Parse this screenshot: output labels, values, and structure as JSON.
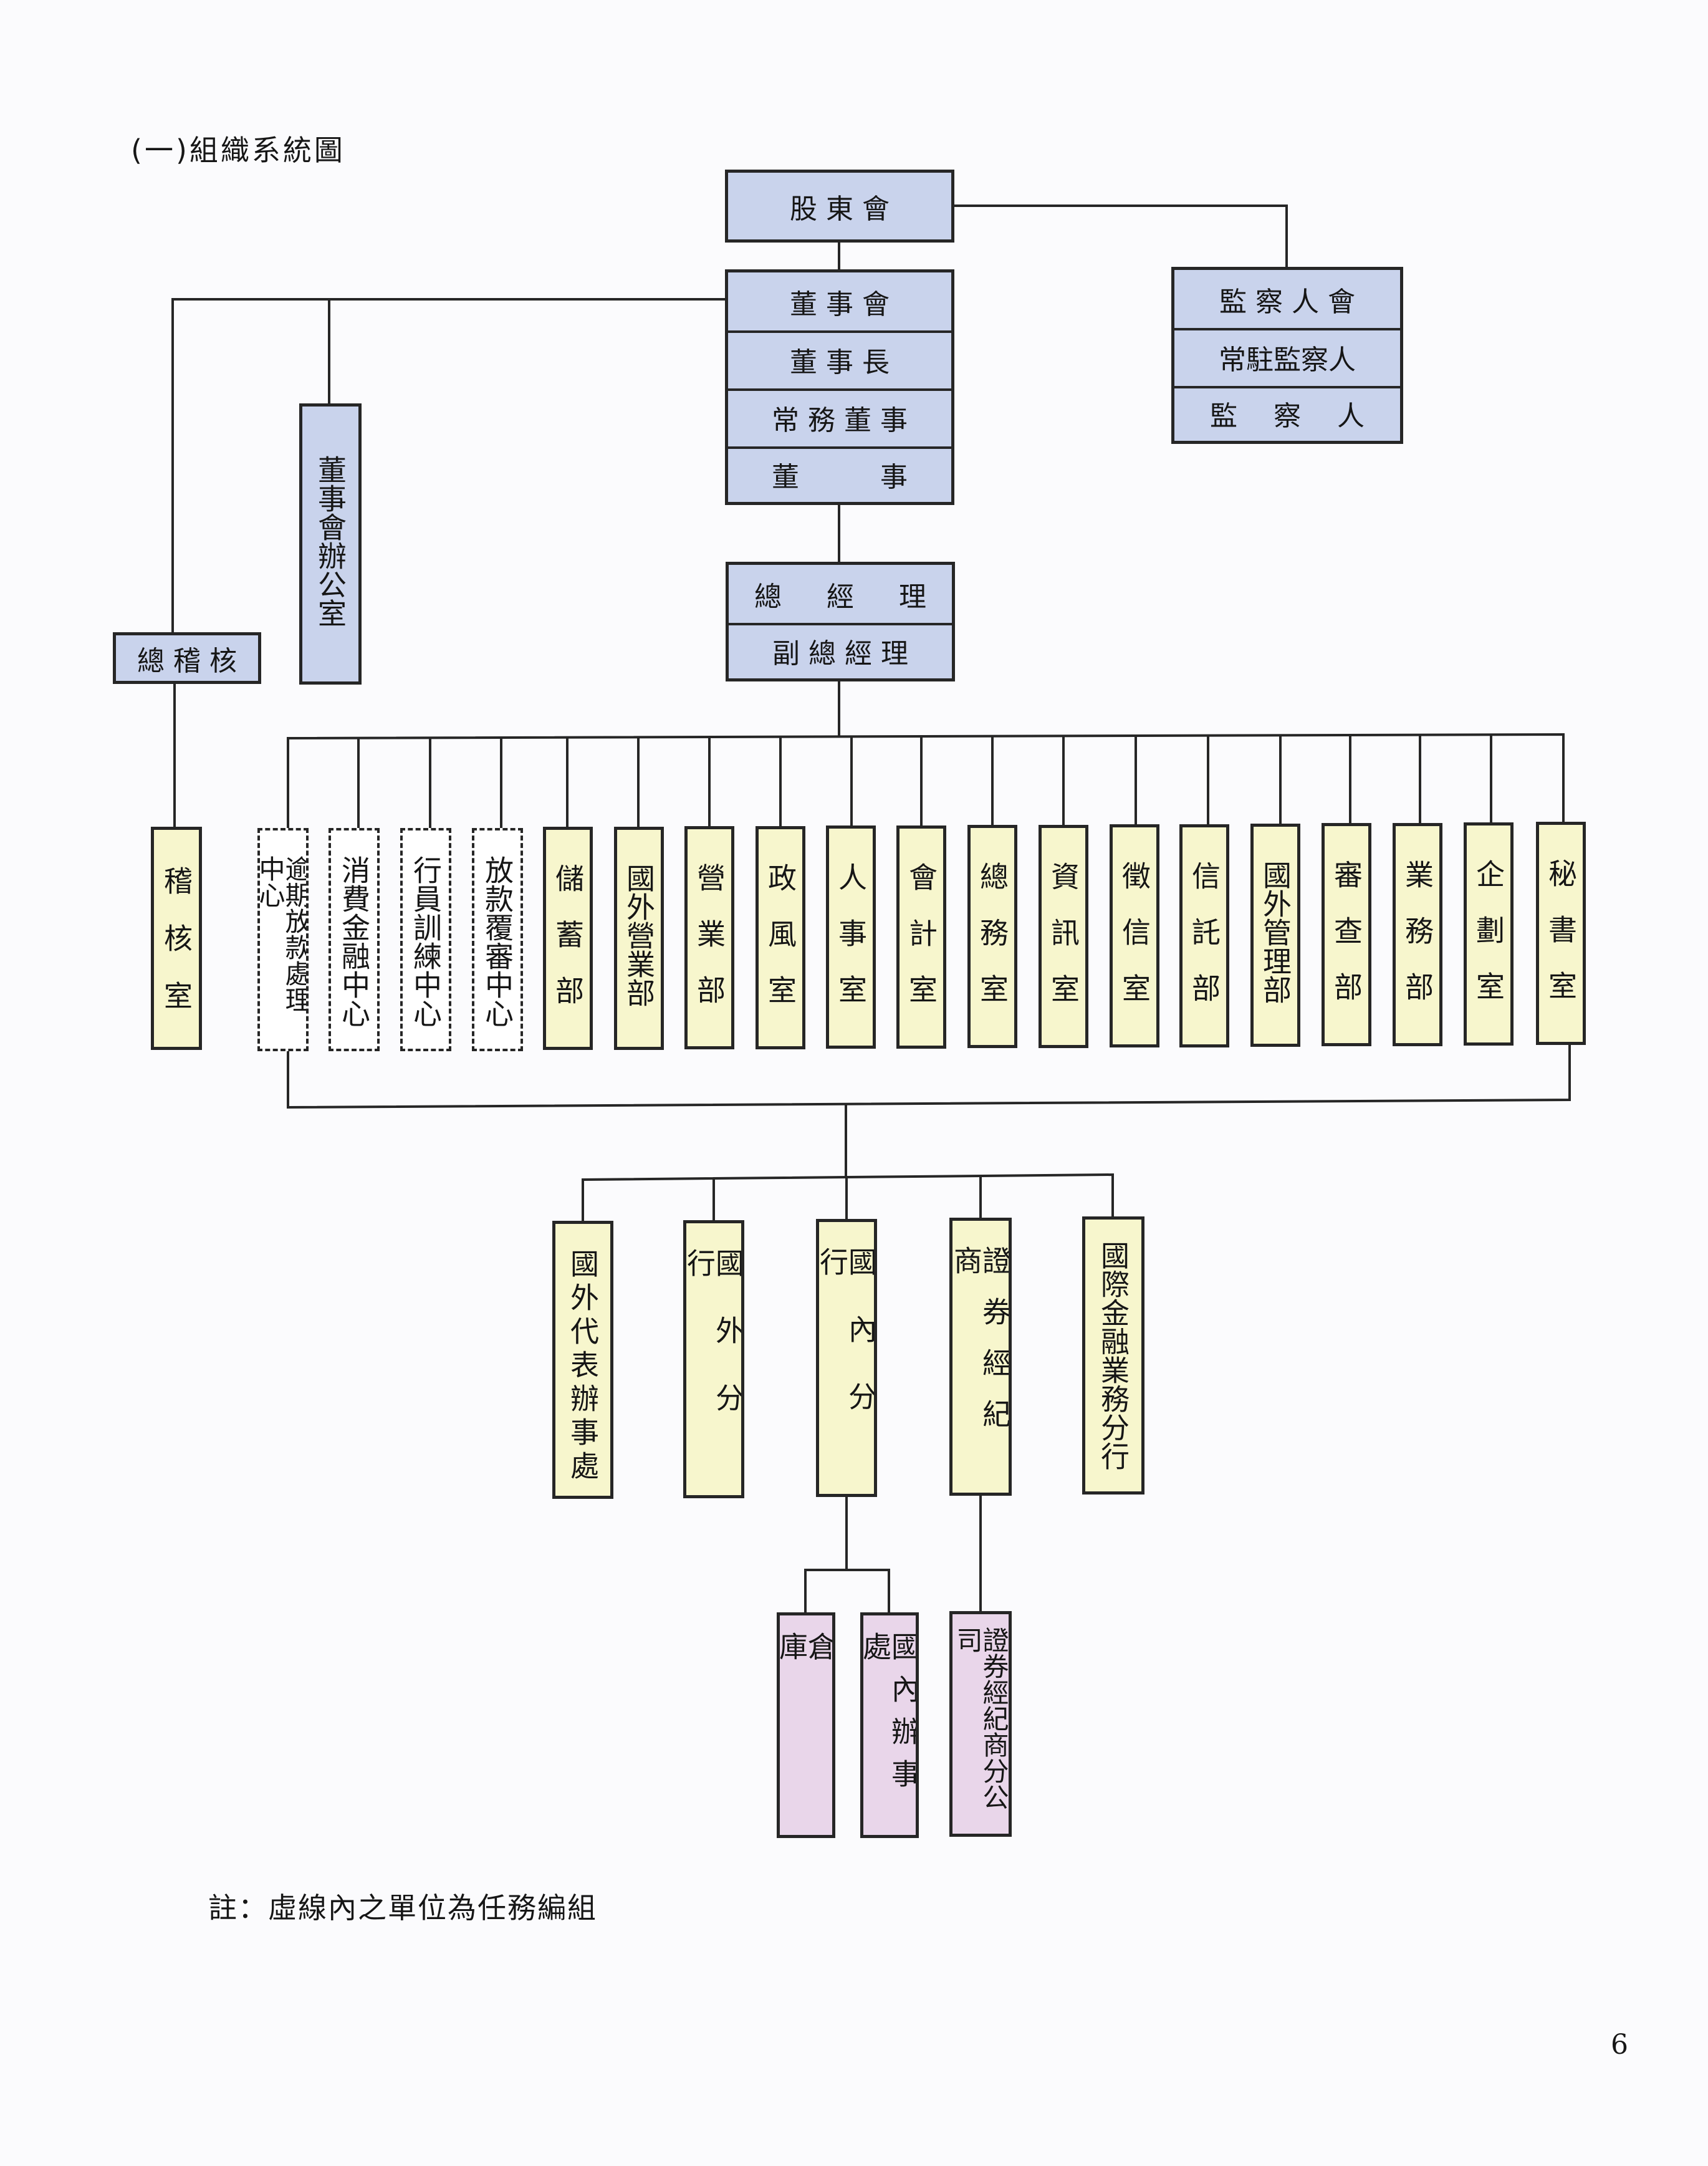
{
  "header": {
    "title": "(一)組織系統圖"
  },
  "top": {
    "shareholders": "股 東 會",
    "board": [
      "董 事 會",
      "董 事 長",
      "常 務 董 事",
      "董 　 　 事"
    ],
    "supervisors": [
      "監 察 人 會",
      "常駐監察人",
      "監 　察　 人"
    ],
    "board_office": "董事會辦公室",
    "chief_auditor": "總 稽 核",
    "management": [
      "總 　 經 　 理",
      "副 總 經 理"
    ]
  },
  "departments": {
    "audit_office": "稽核室",
    "units": [
      {
        "name": "逾期放款處理中心",
        "dashed": true
      },
      {
        "name": "消費金融中心",
        "dashed": true
      },
      {
        "name": "行員訓練中心",
        "dashed": true
      },
      {
        "name": "放款覆審中心",
        "dashed": true
      },
      {
        "name": "儲蓄部",
        "dashed": false
      },
      {
        "name": "國外營業部",
        "dashed": false
      },
      {
        "name": "營業部",
        "dashed": false
      },
      {
        "name": "政風室",
        "dashed": false
      },
      {
        "name": "人事室",
        "dashed": false
      },
      {
        "name": "會計室",
        "dashed": false
      },
      {
        "name": "總務室",
        "dashed": false
      },
      {
        "name": "資訊室",
        "dashed": false
      },
      {
        "name": "徵信室",
        "dashed": false
      },
      {
        "name": "信託部",
        "dashed": false
      },
      {
        "name": "國外管理部",
        "dashed": false
      },
      {
        "name": "審查部",
        "dashed": false
      },
      {
        "name": "業務部",
        "dashed": false
      },
      {
        "name": "企劃室",
        "dashed": false
      },
      {
        "name": "秘書室",
        "dashed": false
      }
    ]
  },
  "branches": [
    "國外代表辦事處",
    "國外分行",
    "國內分行",
    "證券經紀商",
    "國際金融業務分行"
  ],
  "sub_units": [
    "倉庫",
    "國內辦事處",
    "證券經紀商分公司"
  ],
  "footer": {
    "note": "註：虛線內之單位為任務編組",
    "page_number": "6"
  },
  "colors": {
    "blue": "#c9d3ec",
    "yellow": "#f7f6cd",
    "pink": "#e9d6ea",
    "line": "#262626"
  }
}
